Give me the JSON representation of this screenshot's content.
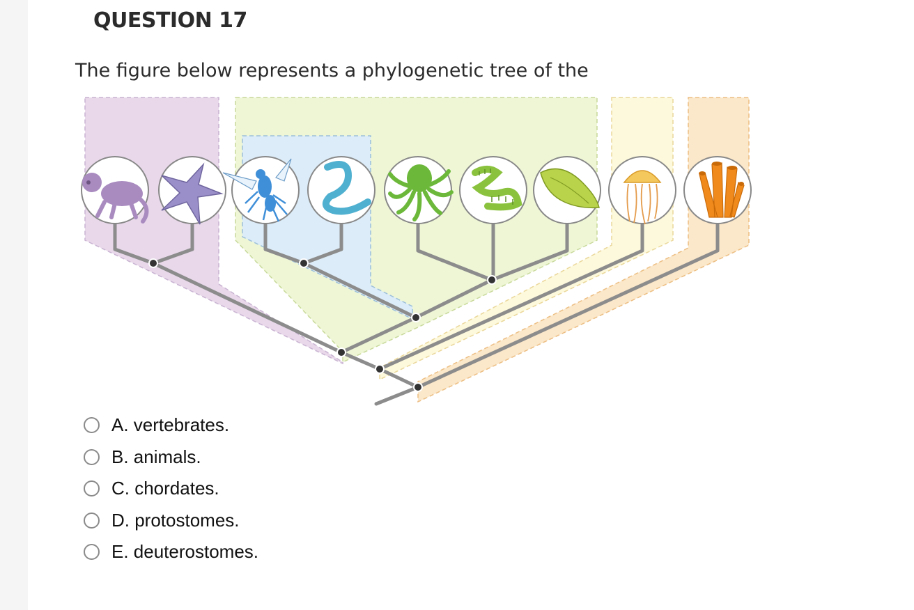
{
  "question": {
    "title": "QUESTION 17",
    "prompt": "The figure below represents a phylogenetic tree of the"
  },
  "figure": {
    "organisms": [
      {
        "name": "monkey-icon",
        "color": "#a98bc0"
      },
      {
        "name": "sea-star-icon",
        "color": "#9b8fc9"
      },
      {
        "name": "insect-icon",
        "color": "#3f8fd8"
      },
      {
        "name": "nematode-icon",
        "color": "#4fb0d0"
      },
      {
        "name": "octopus-icon",
        "color": "#6cb83a"
      },
      {
        "name": "annelid-icon",
        "color": "#8ac23d"
      },
      {
        "name": "flatworm-icon",
        "color": "#b9d34a"
      },
      {
        "name": "jellyfish-icon",
        "color": "#f0b94a"
      },
      {
        "name": "sponge-icon",
        "color": "#f08a1c"
      }
    ],
    "clade_colors": {
      "deuterostomes": "#e8d8ea",
      "ecdysozoa": "#dcecf8",
      "protostomes": "#eef6d6",
      "cnidaria": "#fdf9dc",
      "porifera": "#fbe7c9"
    }
  },
  "options": [
    {
      "letter": "A.",
      "text": "vertebrates.",
      "label": "A. vertebrates."
    },
    {
      "letter": "B.",
      "text": "animals.",
      "label": "B. animals."
    },
    {
      "letter": "C.",
      "text": "chordates.",
      "label": "C. chordates."
    },
    {
      "letter": "D.",
      "text": "protostomes.",
      "label": "D. protostomes."
    },
    {
      "letter": "E.",
      "text": "deuterostomes.",
      "label": "E. deuterostomes."
    }
  ]
}
